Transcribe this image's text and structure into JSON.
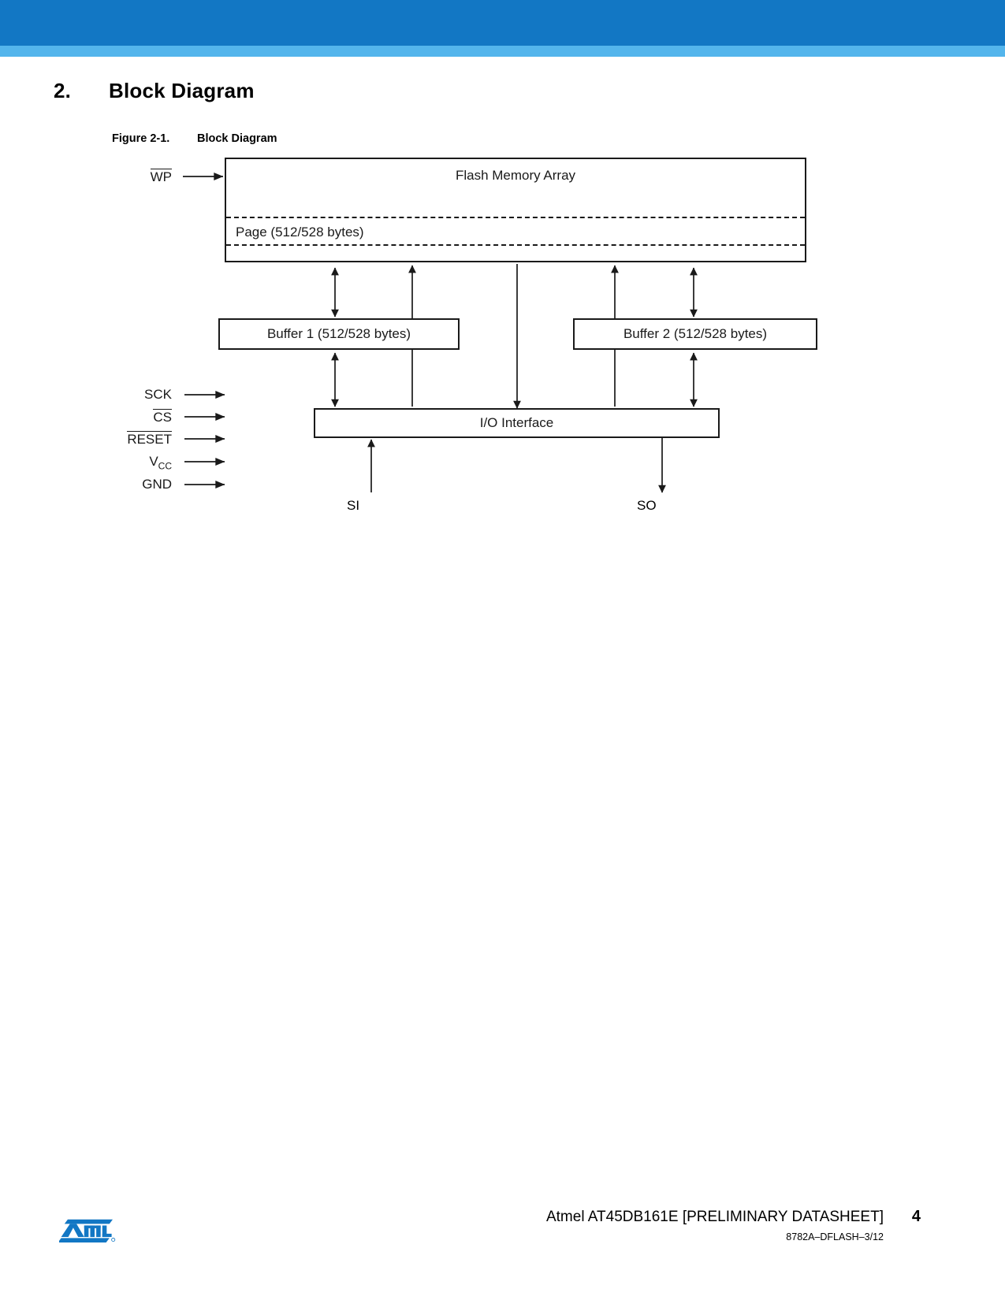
{
  "header": {
    "bar_color_dark": "#1277c4",
    "bar_color_light": "#53b5ec"
  },
  "section": {
    "number": "2.",
    "title": "Block Diagram"
  },
  "figure": {
    "number": "Figure 2-1.",
    "title": "Block Diagram"
  },
  "diagram": {
    "blocks": {
      "flash_array": "Flash Memory Array",
      "page": "Page (512/528 bytes)",
      "buffer1": "Buffer 1 (512/528 bytes)",
      "buffer2": "Buffer 2 (512/528 bytes)",
      "io_interface": "I/O Interface"
    },
    "pins": {
      "wp": "WP",
      "sck": "SCK",
      "cs": "CS",
      "reset": "RESET",
      "vcc_base": "V",
      "vcc_sub": "CC",
      "gnd": "GND",
      "si": "SI",
      "so": "SO"
    }
  },
  "footer": {
    "title": "Atmel AT45DB161E [PRELIMINARY DATASHEET]",
    "page_number": "4",
    "doc_code": "8782A–DFLASH–3/12",
    "logo_color": "#1277c4"
  }
}
